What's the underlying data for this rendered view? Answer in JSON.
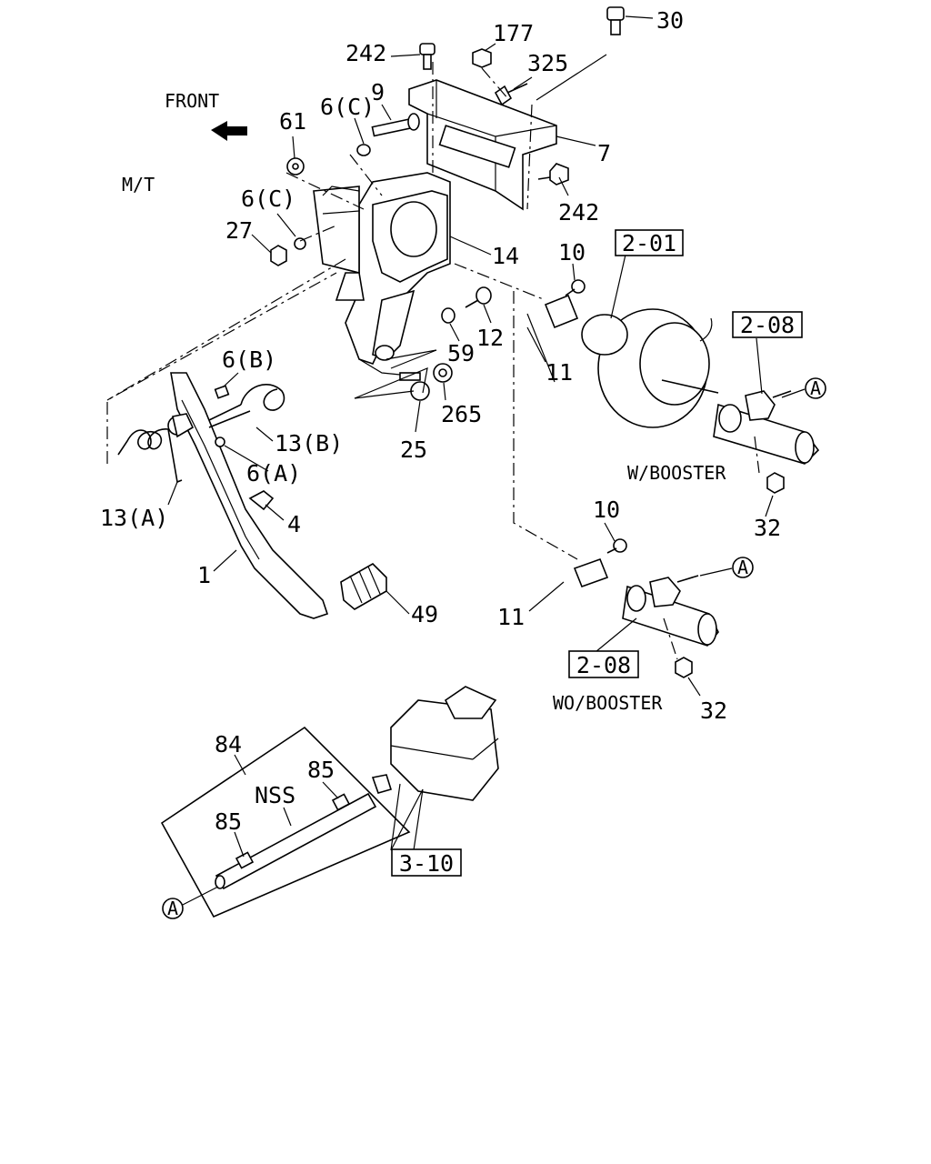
{
  "labels": {
    "front": "FRONT",
    "mt": "M/T",
    "w_booster": "W/BOOSTER",
    "wo_booster": "WO/BOOSTER",
    "nss": "NSS",
    "circle_a": "A"
  },
  "part_numbers": {
    "p1": "1",
    "p4": "4",
    "p6a": "6(A)",
    "p6b": "6(B)",
    "p6c_top": "6(C)",
    "p6c_mid": "6(C)",
    "p7": "7",
    "p9": "9",
    "p10_top": "10",
    "p10_bot": "10",
    "p11_top": "11",
    "p11_bot": "11",
    "p12": "12",
    "p13a": "13(A)",
    "p13b": "13(B)",
    "p14": "14",
    "p25": "25",
    "p27": "27",
    "p30": "30",
    "p32_top": "32",
    "p32_bot": "32",
    "p49": "49",
    "p59": "59",
    "p61": "61",
    "p84": "84",
    "p85_top": "85",
    "p85_bot": "85",
    "p177": "177",
    "p242_top": "242",
    "p242_right": "242",
    "p265": "265",
    "p325": "325"
  },
  "boxed_refs": {
    "ref_201": "2-01",
    "ref_208_top": "2-08",
    "ref_208_bot": "2-08",
    "ref_310": "3-10"
  }
}
